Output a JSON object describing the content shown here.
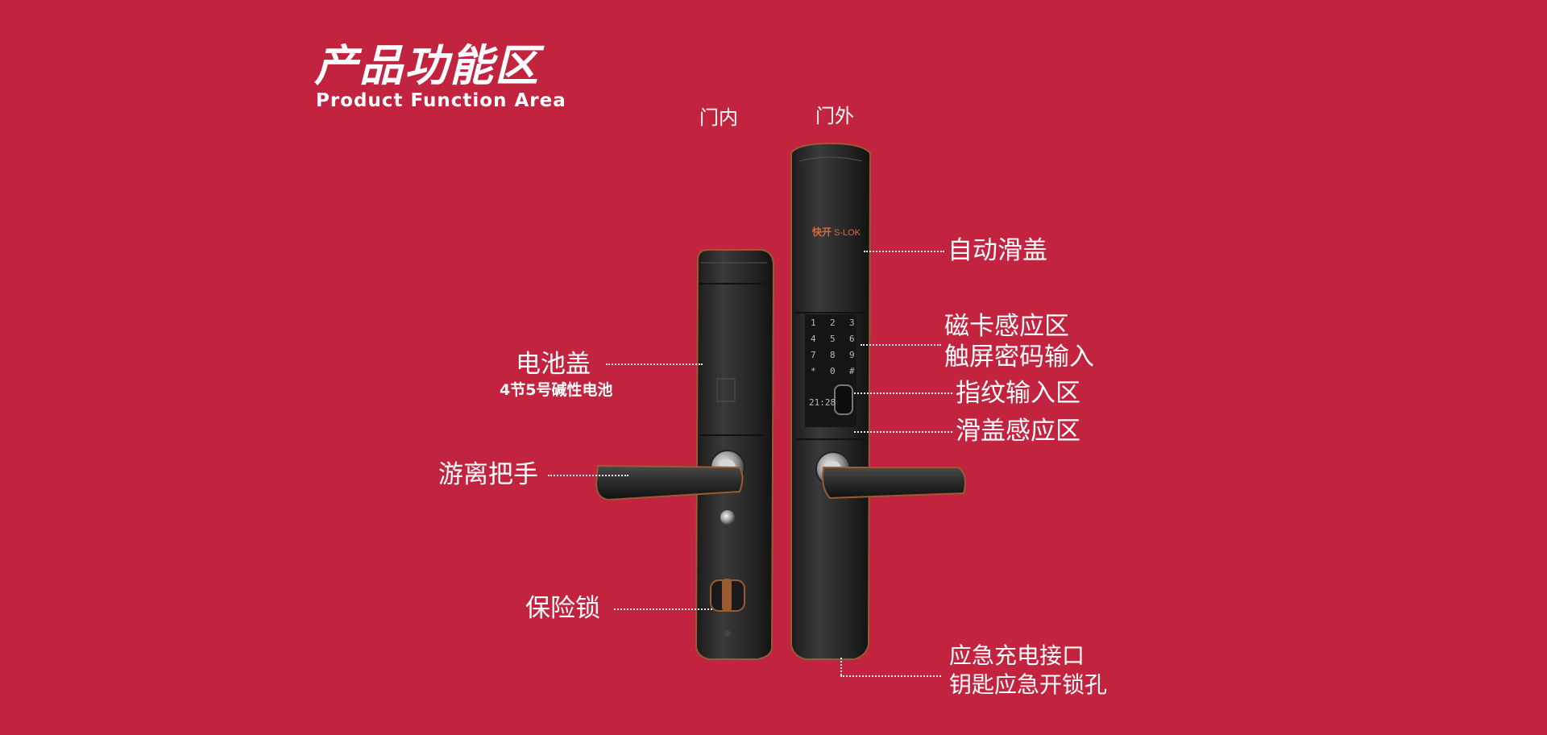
{
  "header": {
    "title_cn": "产品功能区",
    "title_en": "Product Function Area"
  },
  "sides": {
    "inside": "门内",
    "outside": "门外"
  },
  "callouts": {
    "battery_cover": "电池盖",
    "battery_note": "4节5号碱性电池",
    "handle": "游离把手",
    "safety_lock": "保险锁",
    "auto_slide_cover": "自动滑盖",
    "card_area": "磁卡感应区",
    "touch_password": "触屏密码输入",
    "fingerprint": "指纹输入区",
    "slide_sensor": "滑盖感应区",
    "emergency_charge": "应急充电接口",
    "emergency_key": "钥匙应急开锁孔"
  },
  "lock_outer": {
    "brand": "快开",
    "brand_latin": "S-LOK",
    "keypad": [
      "1",
      "2",
      "3",
      "4",
      "5",
      "6",
      "7",
      "8",
      "9",
      "*",
      "0",
      "#"
    ],
    "display_time": "21:28"
  },
  "colors": {
    "background": "#c2233f",
    "lock_body": "#2a2a2a",
    "copper_trim": "#9a5a32",
    "text": "#ffffff"
  }
}
